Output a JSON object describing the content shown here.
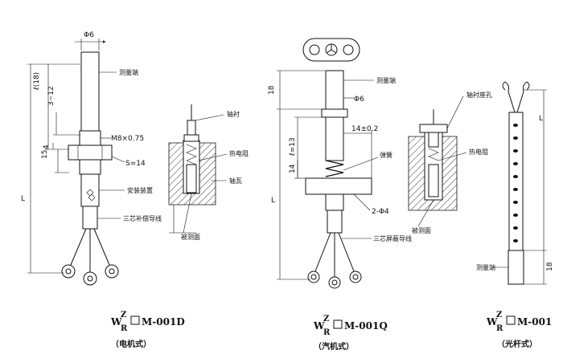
{
  "sensor_d": {
    "dims": {
      "dia": "Φ6",
      "l18": "ℓ(18)",
      "r312": "3~12",
      "r4": "4",
      "r15": "15",
      "rL": "L",
      "thread": "M8×0.75",
      "s": "S=14"
    },
    "labels": {
      "measuring_end": "测量端",
      "mount_device": "安装装置",
      "wire": "三芯补偿导线",
      "bushing": "轴衬",
      "thermal_resistor": "热电阻",
      "bearing_shell": "轴瓦",
      "measured_surface": "被测面"
    },
    "model": {
      "prefix": "W",
      "sup": "Z",
      "sub": "R",
      "suffix": "M-001D"
    },
    "caption": "（电机式）"
  },
  "sensor_q": {
    "dims": {
      "r18": "18",
      "dia": "Φ6",
      "r13": "ℓ=13",
      "r14pm": "14±0.2",
      "r14": "14",
      "rL": "L",
      "holes": "2-Φ4"
    },
    "labels": {
      "measuring_end": "测量端",
      "spring": "弹簧",
      "wire": "三芯屏蔽导线",
      "shell_bushing": "轴衬座孔",
      "thermal_resistor": "热电阻",
      "measured_surface": "被测面"
    },
    "model": {
      "prefix": "W",
      "sup": "Z",
      "sub": "R",
      "suffix": "M-001Q"
    },
    "caption": "（汽机式）"
  },
  "sensor_g": {
    "dims": {
      "rL": "L",
      "r18": "18"
    },
    "labels": {
      "measuring_end": "测量端"
    },
    "model": {
      "prefix": "W",
      "sup": "Z",
      "sub": "R",
      "suffix": "M-001"
    },
    "caption": "（光杆式）"
  }
}
